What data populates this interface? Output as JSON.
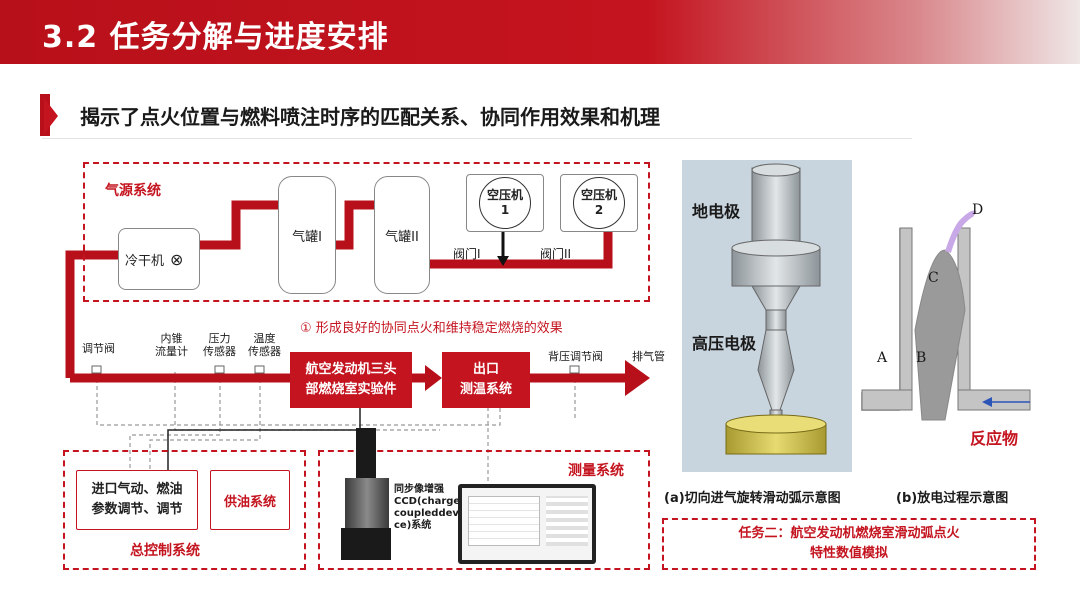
{
  "header": {
    "title": "3.2  任务分解与进度安排",
    "subtitle": "揭示了点火位置与燃料喷注时序的匹配关系、协同作用效果和机理"
  },
  "gas_system": {
    "label": "气源系统",
    "dryer": "冷干机",
    "tank1": "气罐I",
    "tank2": "气罐II",
    "compressor1": "空压机\n1",
    "compressor2": "空压机\n2",
    "valve1": "阀门I",
    "valve2": "阀门II"
  },
  "main_line": {
    "annotation": "①  形成良好的协同点火和维持稳定燃烧的效果",
    "regulator": "调节阀",
    "flowmeter": "内锥\n流量计",
    "pressure_sensor": "压力\n传感器",
    "temp_sensor": "温度\n传感器",
    "combustor": "航空发动机三头\n部燃烧室实验件",
    "outlet": "出口\n测温系统",
    "back_valve": "背压调节阀",
    "exhaust": "排气管"
  },
  "control_system": {
    "label": "总控制系统",
    "params": "进口气动、燃油\n参数调节、调节",
    "fuel": "供油系统"
  },
  "measure_system": {
    "label": "测量系统",
    "ccd": "同步像增强\nCCD(charge\ncoupleddevi\nce)系统"
  },
  "figure_a": {
    "ground_electrode": "地电极",
    "hv_electrode": "高压电极",
    "caption": "(a)切向进气旋转滑动弧示意图"
  },
  "figure_b": {
    "labels": [
      "A",
      "B",
      "C",
      "D"
    ],
    "reactant": "反应物",
    "caption": "(b)放电过程示意图"
  },
  "task": {
    "text": "任务二：航空发动机燃烧室滑动弧点火\n特性数值模拟"
  },
  "colors": {
    "accent": "#c4141f",
    "pipe": "#b8101a"
  }
}
